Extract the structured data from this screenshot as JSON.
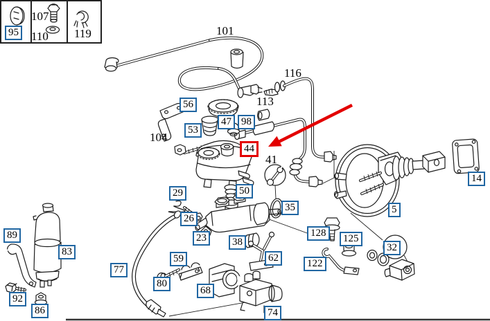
{
  "diagram": {
    "type": "parts-catalog-exploded-diagram",
    "subject": "brake master cylinder, fluid reservoir and brake booster",
    "bottom_rule": true
  },
  "colors": {
    "line": "#1c1c1c",
    "link_box_blue": "#2066A2",
    "highlight_red": "#E30000",
    "background": "#ffffff"
  },
  "thumbnail_table": {
    "cells": [
      {
        "part": "95",
        "style": "blue-box",
        "icon": "grommet-icon"
      },
      {
        "parts": [
          "107",
          "110"
        ],
        "style": "plain",
        "icons": [
          "bolt-icon",
          "washer-icon"
        ]
      },
      {
        "part": "119",
        "style": "plain",
        "icon": "clip-icon"
      }
    ]
  },
  "highlight": {
    "part": "44",
    "marker": "red-box",
    "arrow": "red-arrow-pointing-down-left"
  },
  "parts": {
    "p95": "95",
    "p107": "107",
    "p110": "110",
    "p119": "119",
    "p101": "101",
    "p116": "116",
    "p113": "113",
    "p56": "56",
    "p47": "47",
    "p98": "98",
    "p53": "53",
    "p104": "104",
    "p44": "44",
    "p41": "41",
    "p29": "29",
    "p50": "50",
    "p26": "26",
    "p35": "35",
    "p23": "23",
    "p38": "38",
    "p62": "62",
    "p128": "128",
    "p125": "125",
    "p122": "122",
    "p74": "74",
    "p68": "68",
    "p59": "59",
    "p80": "80",
    "p77": "77",
    "p89": "89",
    "p83": "83",
    "p92": "92",
    "p86": "86",
    "p5": "5",
    "p14": "14",
    "p32": "32"
  },
  "callout_styles": {
    "blue_boxed": [
      "95",
      "56",
      "53",
      "47",
      "98",
      "29",
      "26",
      "23",
      "50",
      "35",
      "38",
      "62",
      "59",
      "80",
      "77",
      "68",
      "89",
      "83",
      "92",
      "86",
      "128",
      "125",
      "122",
      "74",
      "5",
      "14",
      "32"
    ],
    "plain": [
      "107",
      "110",
      "119",
      "101",
      "116",
      "113",
      "104",
      "41"
    ],
    "red_boxed": [
      "44"
    ],
    "circled": [
      "32"
    ]
  }
}
